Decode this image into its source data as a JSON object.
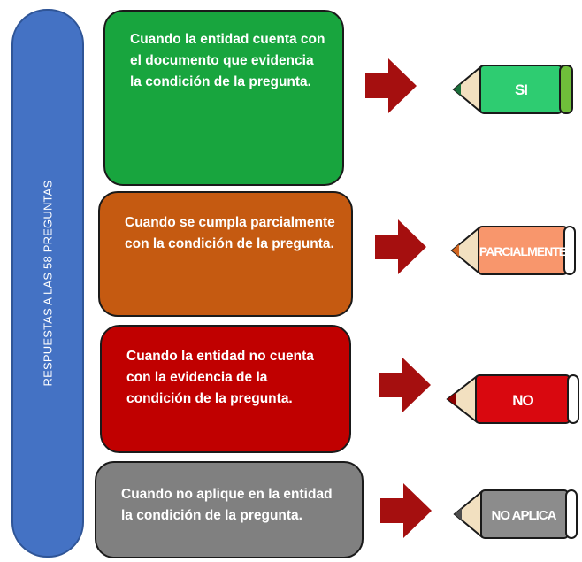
{
  "side_label": "RESPUESTAS A LAS 58 PREGUNTAS",
  "rows": [
    {
      "description": "Cuando la entidad cuenta con el documento que evidencia la condición de la pregunta.",
      "answer": "SI",
      "box_color": "#18a53e",
      "pencil_color": "#2ecc71"
    },
    {
      "description": "Cuando se cumpla parcialmente con la condición de la pregunta.",
      "answer": "PARCIALMENTE",
      "box_color": "#c55a11",
      "pencil_color": "#f8966c"
    },
    {
      "description": "Cuando la entidad no cuenta con la evidencia de la condición de la pregunta.",
      "answer": "NO",
      "box_color": "#c00000",
      "pencil_color": "#d9080f"
    },
    {
      "description": "Cuando no aplique en la entidad la condición de la pregunta.",
      "answer": "NO APLICA",
      "box_color": "#808080",
      "pencil_color": "#8c8c8c"
    }
  ],
  "arrow_color": "#a50f0f"
}
